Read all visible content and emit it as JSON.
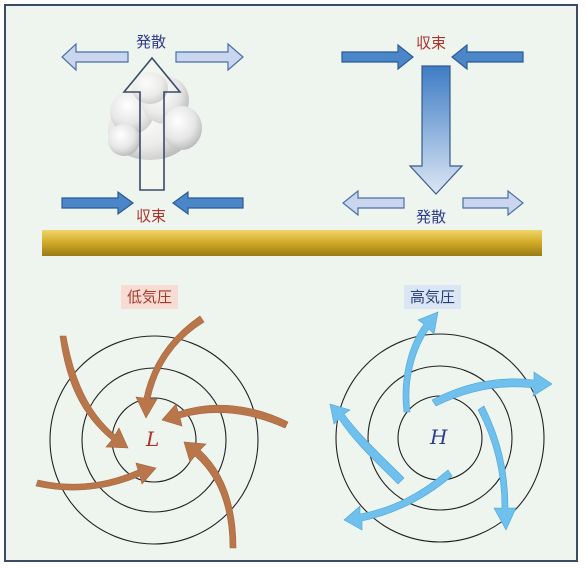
{
  "top_left": {
    "divergence_label": "発散",
    "convergence_label": "収束"
  },
  "top_right": {
    "convergence_label": "収束",
    "divergence_label": "発散"
  },
  "low_pressure": {
    "title": "低気圧",
    "center": "L"
  },
  "high_pressure": {
    "title": "高気圧",
    "center": "H"
  },
  "colors": {
    "frame_border": "#3d4a63",
    "background": "#eef4ee",
    "ground": "#c9a51d",
    "dark_arrow": "#4a86c8",
    "light_arrow": "#c9d6ee",
    "low_arrow": "#b8764a",
    "high_arrow": "#6fc0ec",
    "label_red": "#b0302a",
    "label_blue": "#2f3b8a"
  }
}
